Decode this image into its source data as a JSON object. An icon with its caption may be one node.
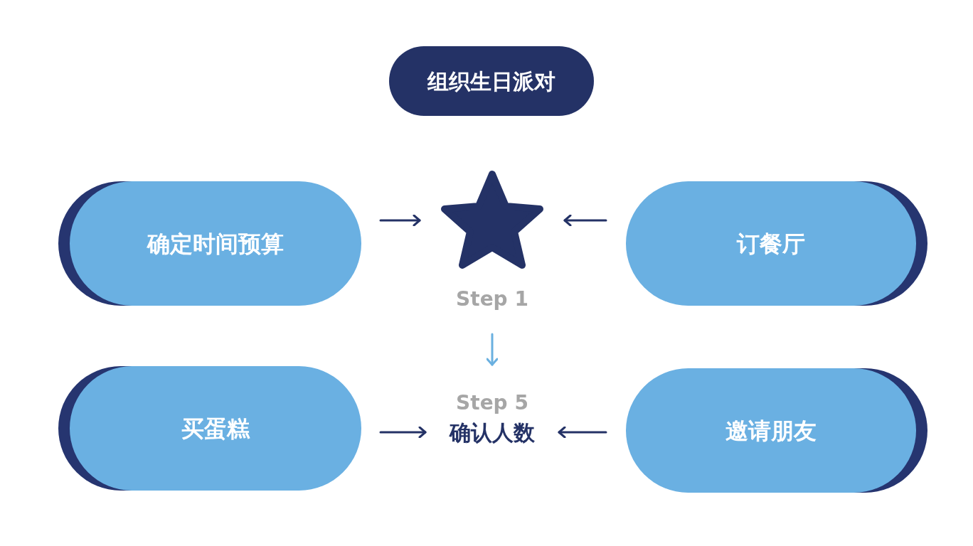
{
  "diagram": {
    "nodes": [
      {
        "text": [
          "组织生日派对"
        ]
      },
      {
        "text": [
          "确定时间预算"
        ]
      },
      {
        "text": [],
        "shape": "star",
        "beside": [
          "Step 1"
        ]
      },
      {
        "text": [
          "订餐厅"
        ]
      },
      {
        "text": [
          "买蛋糕"
        ]
      },
      {
        "text": [
          "确认人数"
        ],
        "beside": [
          "Step 5"
        ]
      },
      {
        "text": [
          "邀请朋友"
        ]
      }
    ],
    "edges": [
      {
        "from": 1,
        "to": 2,
        "arrow": "to"
      },
      {
        "from": 3,
        "to": 2,
        "arrow": "to"
      },
      {
        "from": 2,
        "to": 5,
        "arrow": "to",
        "color": "#6ab0e0"
      },
      {
        "from": 4,
        "to": 5,
        "arrow": "to"
      },
      {
        "from": 6,
        "to": 5,
        "arrow": "to"
      }
    ]
  }
}
